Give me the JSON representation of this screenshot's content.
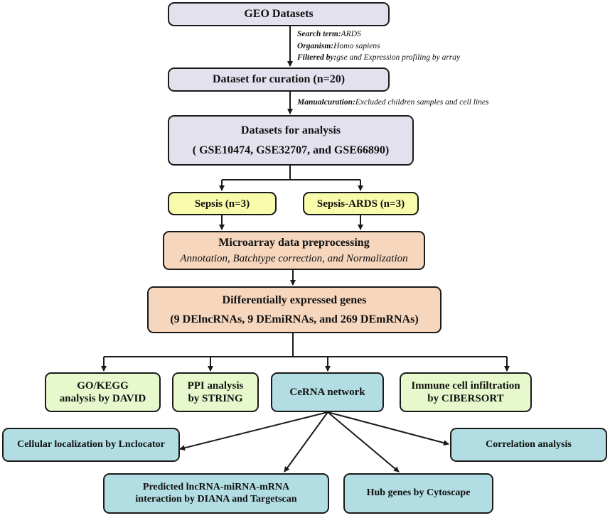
{
  "colors": {
    "purple": "#e4e1ee",
    "yellow": "#f7fbaa",
    "peach": "#f6d6bd",
    "green": "#e7f9cc",
    "cyan": "#b2dde2",
    "line": "#1a1a1a"
  },
  "nodes": {
    "geo_datasets": "GEO Datasets",
    "dataset_curation": "Dataset for curation (n=20)",
    "datasets_analysis_title": "Datasets for analysis",
    "datasets_analysis_list": "( GSE10474, GSE32707, and GSE66890)",
    "sepsis": "Sepsis (n=3)",
    "sepsis_ards": "Sepsis-ARDS (n=3)",
    "preprocessing_title": "Microarray data preprocessing",
    "preprocessing_detail": "Annotation, Batchtype correction, and Normalization",
    "deg_title": "Differentially expressed genes",
    "deg_detail": "(9 DElncRNAs, 9 DEmiRNAs, and 269 DEmRNAs)",
    "go_kegg_line1": "GO/KEGG",
    "go_kegg_line2": "analysis by DAVID",
    "ppi_line1": "PPI analysis",
    "ppi_line2": "by STRING",
    "cerna": "CeRNA network",
    "immune_line1": "Immune cell infiltration",
    "immune_line2": "by CIBERSORT",
    "cellular_localization": "Cellular localization by Lnclocator",
    "correlation": "Correlation analysis",
    "predicted_line1": "Predicted lncRNA-miRNA-mRNA",
    "predicted_line2": "interaction by DIANA and Targetscan",
    "hub_genes": "Hub genes by Cytoscape"
  },
  "annotations": {
    "search_term_label": "Search term:",
    "search_term_value": "ARDS",
    "organism_label": "Organism:",
    "organism_value": "Homo sapiens",
    "filtered_label": "Filtered by:",
    "filtered_value": "gse and Expression profiling by array",
    "manual_label": "Manualcuration:",
    "manual_value": "Excluded children samples and cell lines"
  }
}
